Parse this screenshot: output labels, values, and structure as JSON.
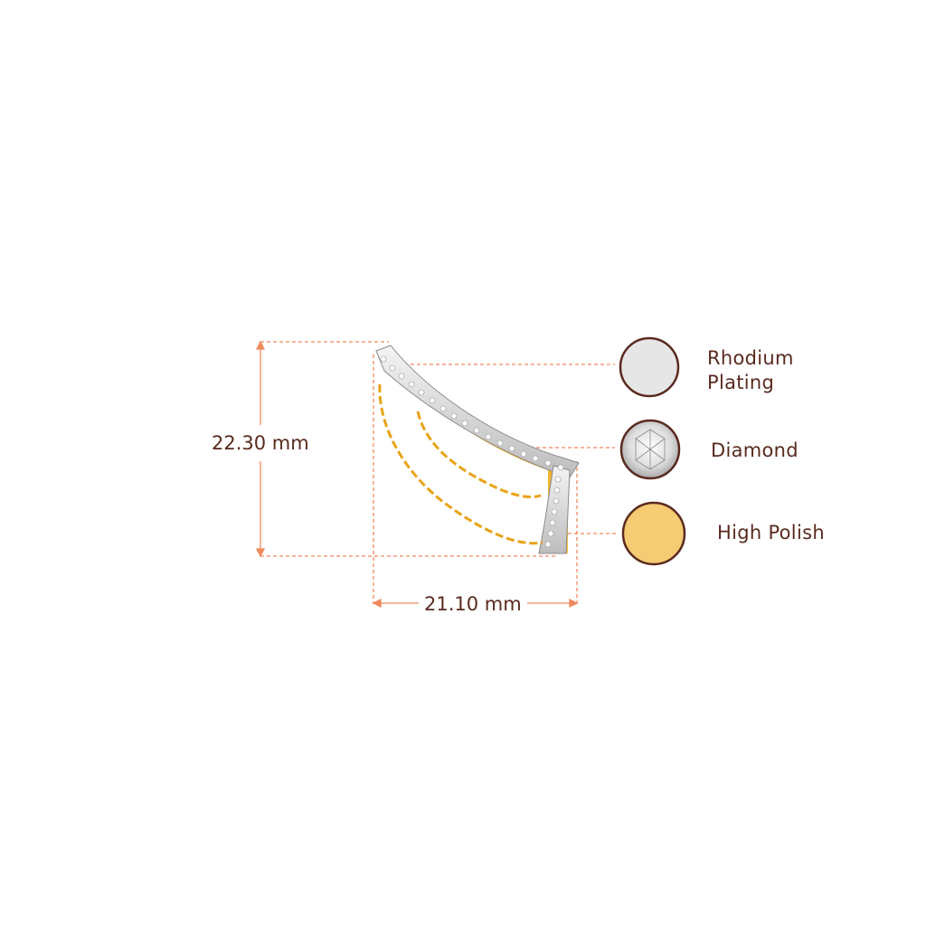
{
  "dimensions": {
    "height": "22.30 mm",
    "width": "21.10 mm"
  },
  "legend": [
    {
      "id": "rhodium",
      "label_line1": "Rhodium",
      "label_line2": "Plating",
      "swatch_color": "#e6e6e6"
    },
    {
      "id": "diamond",
      "label_line1": "Diamond",
      "swatch_color": "#f2f2f2"
    },
    {
      "id": "polish",
      "label_line1": "High Polish",
      "swatch_color": "#f5cb73"
    }
  ],
  "colors": {
    "guide_lines": "#f08a5d",
    "text": "#5a2a1f",
    "gold": "#f0b429",
    "swatch_border": "#5a2a1f"
  }
}
